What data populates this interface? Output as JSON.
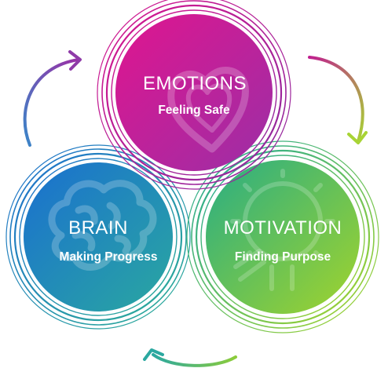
{
  "diagram": {
    "nodes": [
      {
        "id": "emotions",
        "title": "EMOTIONS",
        "subtitle": "Feeling Safe",
        "icon": "heart-icon",
        "colors": [
          "#e0158f",
          "#9b2fa6"
        ]
      },
      {
        "id": "brain",
        "title": "BRAIN",
        "subtitle": "Making Progress",
        "icon": "brain-icon",
        "colors": [
          "#1a78c9",
          "#27a79a"
        ]
      },
      {
        "id": "motivation",
        "title": "MOTIVATION",
        "subtitle": "Finding Purpose",
        "icon": "lightbulb-icon",
        "colors": [
          "#2fae7a",
          "#9bd22e"
        ]
      }
    ],
    "cycle_arrows": [
      {
        "from": "brain",
        "to": "emotions",
        "color_from": "#3a86c8",
        "color_to": "#9b2fa6"
      },
      {
        "from": "emotions",
        "to": "motivation",
        "color_from": "#c01e8e",
        "color_to": "#a8d435"
      },
      {
        "from": "motivation",
        "to": "brain",
        "color_from": "#8ccc3a",
        "color_to": "#2ba8a0"
      }
    ]
  }
}
